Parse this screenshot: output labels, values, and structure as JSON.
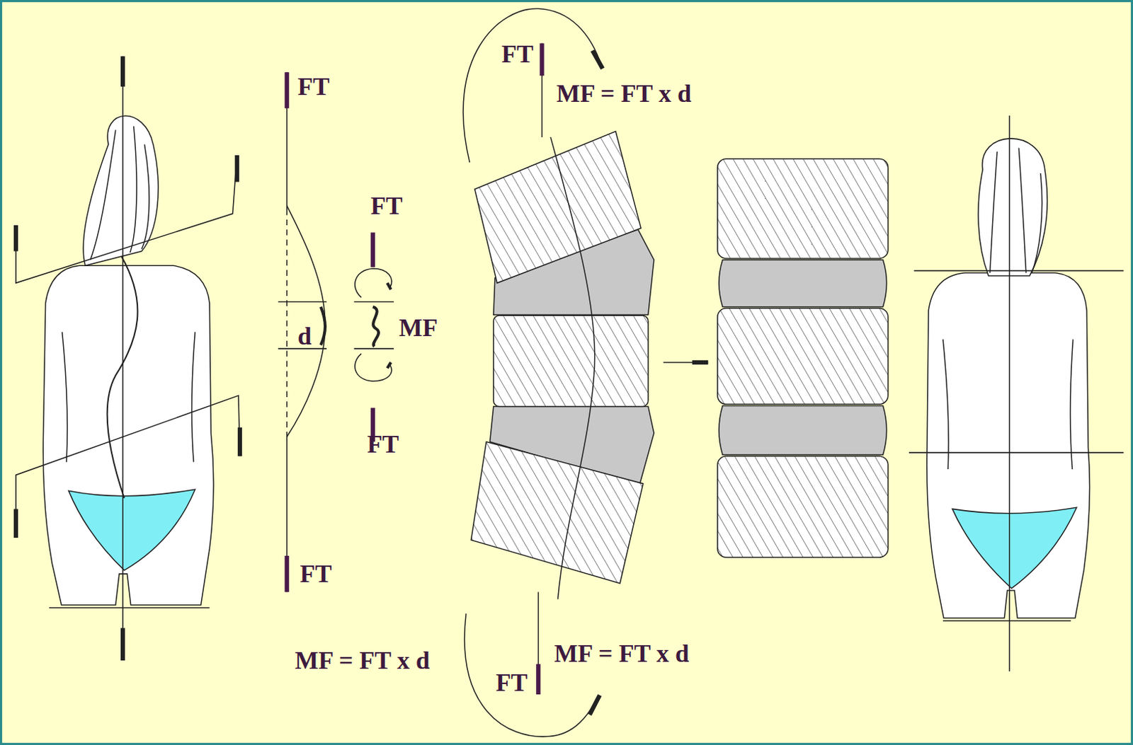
{
  "diagram": {
    "labels": [
      "FT",
      "d",
      "FT",
      "MF",
      "FT",
      "FT",
      "FT",
      "MF = FT x d",
      "MF = FT x d",
      "FT",
      "MF = FT x d"
    ]
  }
}
